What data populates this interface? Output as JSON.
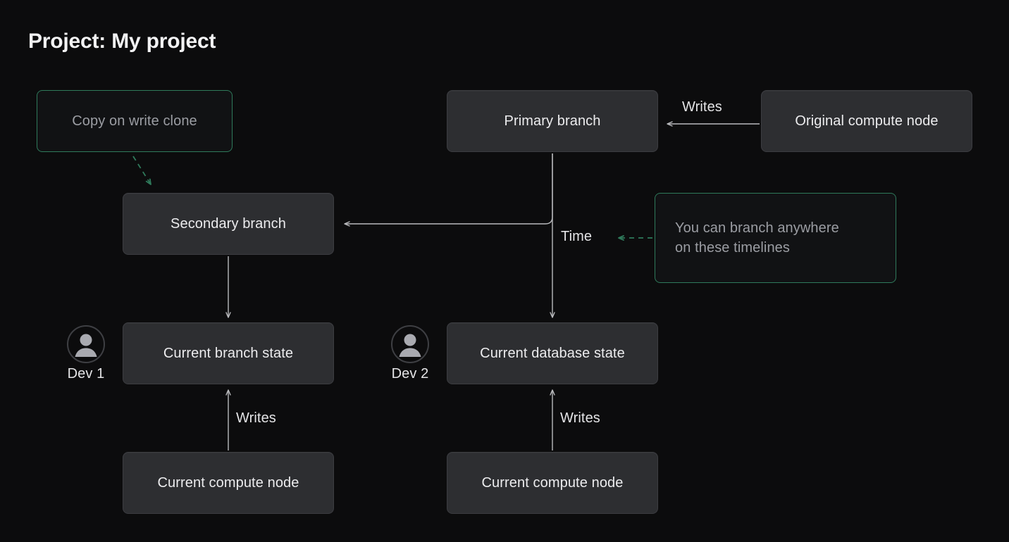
{
  "page": {
    "title": "Project: My project",
    "background_color": "#0c0c0d",
    "accent_green": "#2f7a5b",
    "node_fill": "#2d2e31",
    "wire_color": "#b9babd"
  },
  "nodes": {
    "copy_on_write_clone": "Copy on write clone",
    "primary_branch": "Primary branch",
    "original_compute_node": "Original compute node",
    "secondary_branch": "Secondary branch",
    "branch_note": "You can branch anywhere on these timelines",
    "branch_note_line1": "You can branch anywhere",
    "branch_note_line2": "on these timelines",
    "current_branch_state": "Current branch state",
    "current_database_state": "Current database state",
    "current_compute_node_left": "Current compute node",
    "current_compute_node_right": "Current compute node"
  },
  "edge_labels": {
    "writes_top": "Writes",
    "time": "Time",
    "writes_left": "Writes",
    "writes_right": "Writes"
  },
  "devs": [
    {
      "id": "dev-1",
      "label": "Dev 1",
      "icon": "user-avatar-icon"
    },
    {
      "id": "dev-2",
      "label": "Dev 2",
      "icon": "user-avatar-icon"
    }
  ],
  "diagram": {
    "type": "node-edge-diagram",
    "edges": [
      {
        "from": "original_compute_node",
        "to": "primary_branch",
        "label": "Writes",
        "style": "solid",
        "direction": "left"
      },
      {
        "from": "primary_branch",
        "to": "secondary_branch",
        "label": "",
        "style": "solid",
        "direction": "down-left"
      },
      {
        "from": "primary_branch",
        "to": "current_database_state",
        "label": "Time",
        "style": "solid",
        "direction": "down"
      },
      {
        "from": "secondary_branch",
        "to": "current_branch_state",
        "label": "",
        "style": "solid",
        "direction": "down"
      },
      {
        "from": "current_compute_node_left",
        "to": "current_branch_state",
        "label": "Writes",
        "style": "solid",
        "direction": "up"
      },
      {
        "from": "current_compute_node_right",
        "to": "current_database_state",
        "label": "Writes",
        "style": "solid",
        "direction": "up"
      },
      {
        "from": "copy_on_write_clone",
        "to": "secondary_branch",
        "label": "",
        "style": "dashed",
        "direction": "down-right",
        "color": "#2f7a5b"
      },
      {
        "from": "branch_note",
        "to": "time",
        "label": "",
        "style": "dashed",
        "direction": "left",
        "color": "#2f7a5b"
      }
    ]
  }
}
